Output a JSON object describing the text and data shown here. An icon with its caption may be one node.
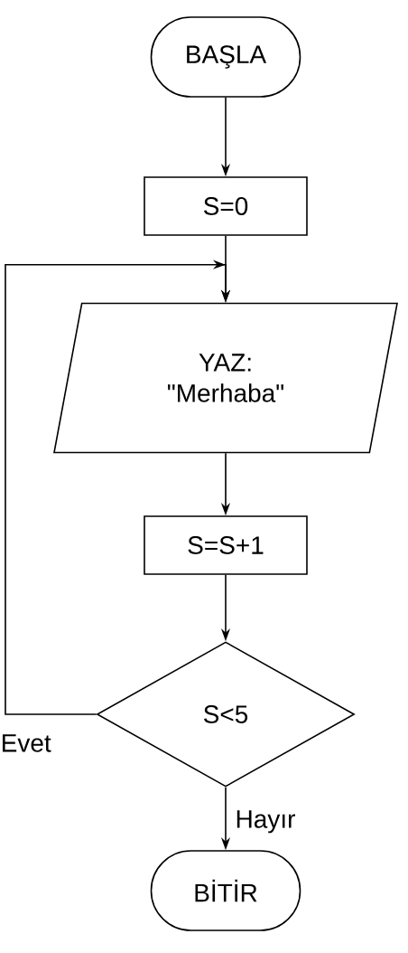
{
  "diagram": {
    "nodes": [
      {
        "text": [
          "BAŞLA"
        ]
      },
      {
        "text": [
          "S=0"
        ]
      },
      {
        "text": [
          "YAZ: \"Merhaba\""
        ]
      },
      {
        "text": [
          "S=S+1"
        ]
      },
      {
        "text": [
          "S<5"
        ]
      },
      {
        "text": [
          "BİTİR"
        ]
      }
    ],
    "edges": [
      {
        "from": 0,
        "to": 1,
        "arrow": "to"
      },
      {
        "from": 1,
        "to": 2,
        "arrow": "to"
      },
      {
        "from": 2,
        "to": 3,
        "arrow": "to"
      },
      {
        "from": 3,
        "to": 4,
        "arrow": "to"
      },
      {
        "from": 4,
        "to": 2,
        "arrow": "to",
        "label": "Evet"
      },
      {
        "from": 4,
        "to": 5,
        "arrow": "to",
        "label": "Hayır"
      }
    ]
  }
}
